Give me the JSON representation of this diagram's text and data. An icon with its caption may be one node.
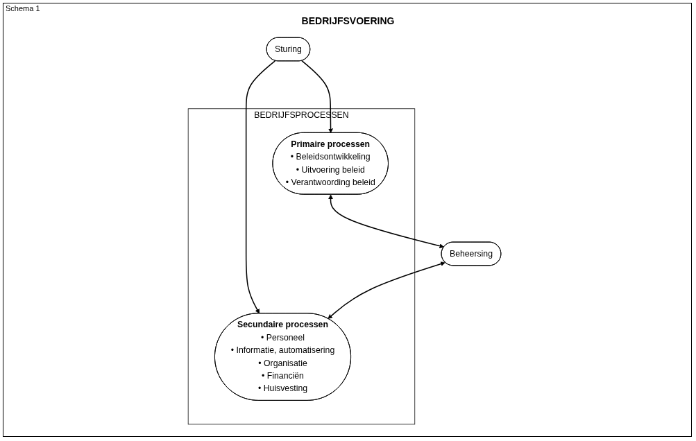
{
  "diagram": {
    "title": "BEDRIJFSVOERING",
    "nodes": [
      {
        "text": [
          "Sturing"
        ]
      },
      {
        "text": [
          "Beheersing"
        ]
      },
      {
        "text": [
          "BEDRIJFSPROCESSEN"
        ]
      },
      {
        "text": [
          "Primaire processen",
          "• Beleidsontwikkeling",
          "• Uitvoering beleid",
          "• Verantwoording beleid"
        ],
        "in": 2
      },
      {
        "text": [
          "Secundaire processen",
          "• Personeel",
          "• Informatie, automatisering",
          "• Organisatie",
          "• Financiën",
          "• Huisvesting"
        ],
        "in": 2
      }
    ],
    "edges": [
      {
        "from": 0,
        "to": 3,
        "arrow": "to"
      },
      {
        "from": 0,
        "to": 4,
        "arrow": "to"
      },
      {
        "from": 3,
        "to": 1,
        "arrow": "both"
      },
      {
        "from": 1,
        "to": 4,
        "arrow": "both"
      }
    ],
    "labels": [
      "Schema 1"
    ]
  }
}
